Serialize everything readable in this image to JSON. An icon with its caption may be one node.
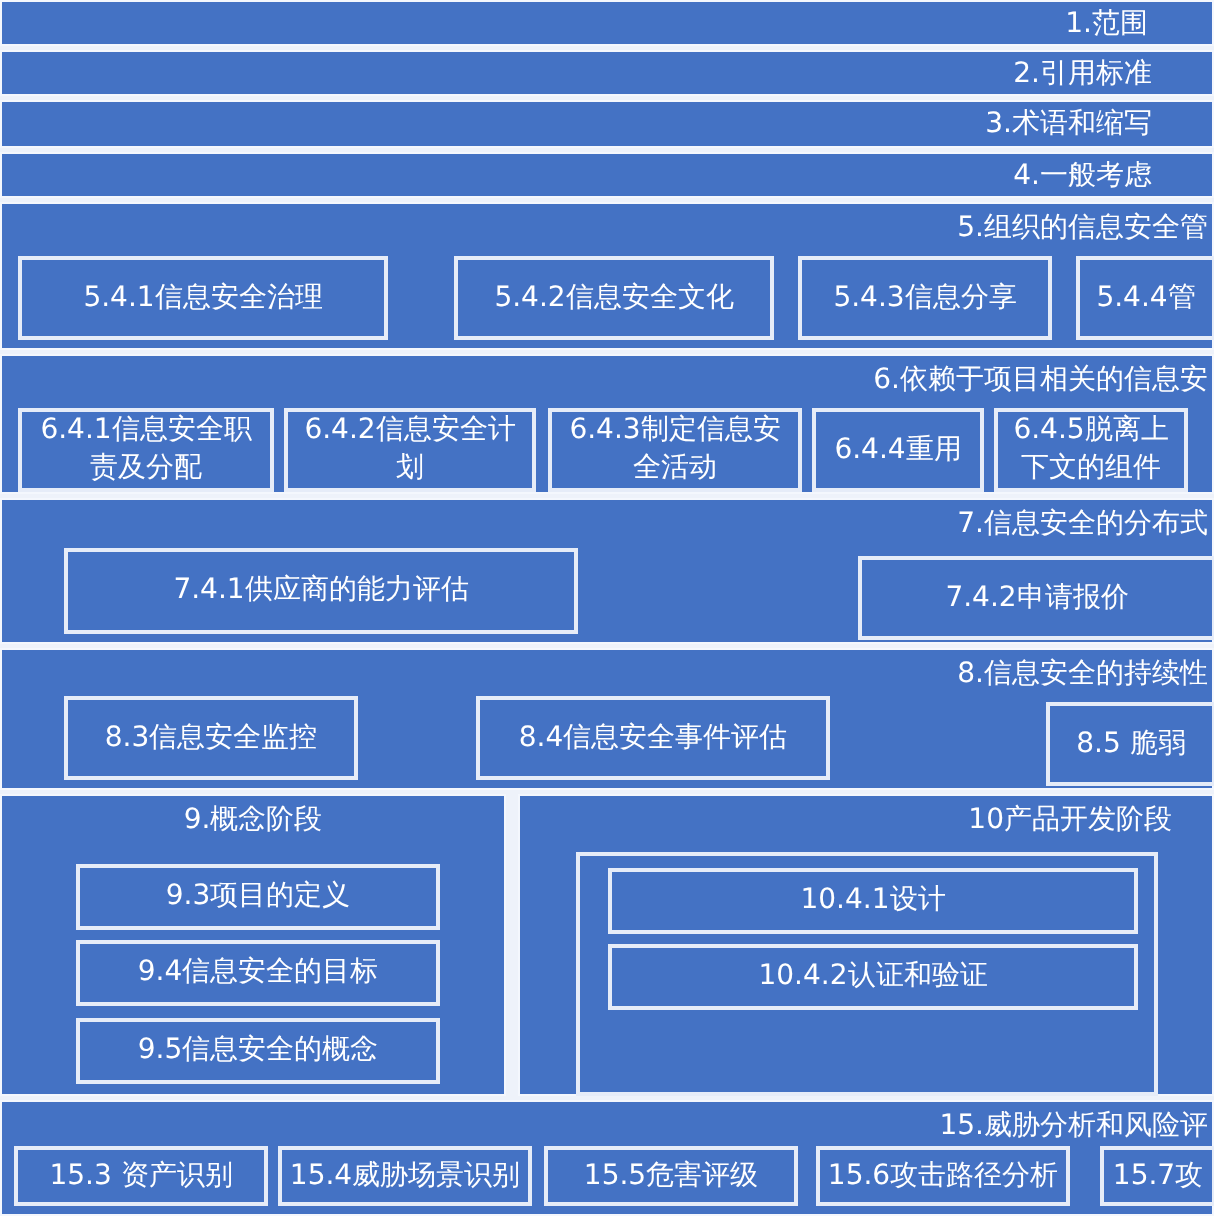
{
  "diagram": {
    "nodes": [
      {
        "text": [
          "1.范围"
        ]
      },
      {
        "text": [
          "2.引用标准"
        ]
      },
      {
        "text": [
          "3.术语和缩写"
        ]
      },
      {
        "text": [
          "4.一般考虑"
        ]
      },
      {
        "text": [
          "5.组织的信息安全管"
        ]
      },
      {
        "text": [
          "5.4.1信息安全治理"
        ],
        "in": 4
      },
      {
        "text": [
          "5.4.2信息安全文化"
        ],
        "in": 4
      },
      {
        "text": [
          "5.4.3信息分享"
        ],
        "in": 4
      },
      {
        "text": [
          "5.4.4管"
        ],
        "in": 4
      },
      {
        "text": [
          "6.依赖于项目相关的信息安"
        ]
      },
      {
        "text": [
          "6.4.1信息安全职责及分配"
        ],
        "in": 9
      },
      {
        "text": [
          "6.4.2信息安全计划"
        ],
        "in": 9
      },
      {
        "text": [
          "6.4.3制定信息安全活动"
        ],
        "in": 9
      },
      {
        "text": [
          "6.4.4重用"
        ],
        "in": 9
      },
      {
        "text": [
          "6.4.5脱离上下文的组件"
        ],
        "in": 9
      },
      {
        "text": [
          "7.信息安全的分布式"
        ]
      },
      {
        "text": [
          "7.4.1供应商的能力评估"
        ],
        "in": 15
      },
      {
        "text": [
          "7.4.2申请报价"
        ],
        "in": 15
      },
      {
        "text": [
          "8.信息安全的持续性"
        ]
      },
      {
        "text": [
          "8.3信息安全监控"
        ],
        "in": 18
      },
      {
        "text": [
          "8.4信息安全事件评估"
        ],
        "in": 18
      },
      {
        "text": [
          "8.5 脆弱"
        ],
        "in": 18
      },
      {
        "text": [
          "9.概念阶段"
        ]
      },
      {
        "text": [
          "9.3项目的定义"
        ],
        "in": 22
      },
      {
        "text": [
          "9.4信息安全的目标"
        ],
        "in": 22
      },
      {
        "text": [
          "9.5信息安全的概念"
        ],
        "in": 22
      },
      {
        "text": [
          "10产品开发阶段"
        ]
      },
      {
        "text": [],
        "shape": "box",
        "in": 26
      },
      {
        "text": [
          "10.4.1设计"
        ],
        "in": 27
      },
      {
        "text": [
          "10.4.2认证和验证"
        ],
        "in": 27
      },
      {
        "text": [
          "15.威胁分析和风险评"
        ]
      },
      {
        "text": [
          "15.3 资产识别"
        ],
        "in": 30
      },
      {
        "text": [
          "15.4威胁场景识别"
        ],
        "in": 30
      },
      {
        "text": [
          "15.5危害评级"
        ],
        "in": 30
      },
      {
        "text": [
          "15.6攻击路径分析"
        ],
        "in": 30
      },
      {
        "text": [
          "15.7攻"
        ],
        "in": 30
      }
    ]
  }
}
